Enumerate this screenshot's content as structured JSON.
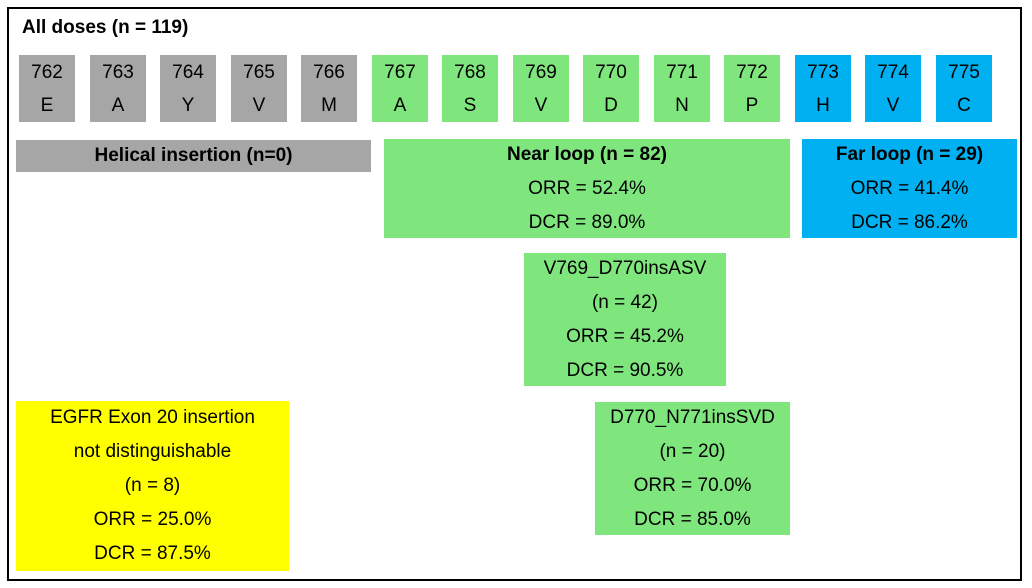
{
  "title": "All doses (n = 119)",
  "residues": [
    {
      "num": "762",
      "aa": "E",
      "group": "grey"
    },
    {
      "num": "763",
      "aa": "A",
      "group": "grey"
    },
    {
      "num": "764",
      "aa": "Y",
      "group": "grey"
    },
    {
      "num": "765",
      "aa": "V",
      "group": "grey"
    },
    {
      "num": "766",
      "aa": "M",
      "group": "grey"
    },
    {
      "num": "767",
      "aa": "A",
      "group": "green"
    },
    {
      "num": "768",
      "aa": "S",
      "group": "green"
    },
    {
      "num": "769",
      "aa": "V",
      "group": "green"
    },
    {
      "num": "770",
      "aa": "D",
      "group": "green"
    },
    {
      "num": "771",
      "aa": "N",
      "group": "green"
    },
    {
      "num": "772",
      "aa": "P",
      "group": "green"
    },
    {
      "num": "773",
      "aa": "H",
      "group": "blue"
    },
    {
      "num": "774",
      "aa": "V",
      "group": "blue"
    },
    {
      "num": "775",
      "aa": "C",
      "group": "blue"
    }
  ],
  "helical": {
    "label": "Helical insertion (n=0)"
  },
  "near_loop": {
    "label": "Near loop (n = 82)",
    "orr": "ORR = 52.4%",
    "dcr": "DCR = 89.0%"
  },
  "far_loop": {
    "label": "Far loop (n = 29)",
    "orr": "ORR = 41.4%",
    "dcr": "DCR = 86.2%"
  },
  "v769": {
    "label": "V769_D770insASV",
    "n": "(n = 42)",
    "orr": "ORR = 45.2%",
    "dcr": "DCR =  90.5%"
  },
  "d770": {
    "label": "D770_N771insSVD",
    "n": "(n =  20)",
    "orr": "ORR = 70.0%",
    "dcr": "DCR = 85.0%"
  },
  "exon20": {
    "line1": "EGFR Exon 20 insertion",
    "line2": "not distinguishable",
    "n": "(n = 8)",
    "orr": "ORR = 25.0%",
    "dcr": "DCR = 87.5%"
  },
  "colors": {
    "grey": "#a6a6a6",
    "green": "#7fe67e",
    "blue": "#00b0f0",
    "yellow": "#ffff00"
  }
}
